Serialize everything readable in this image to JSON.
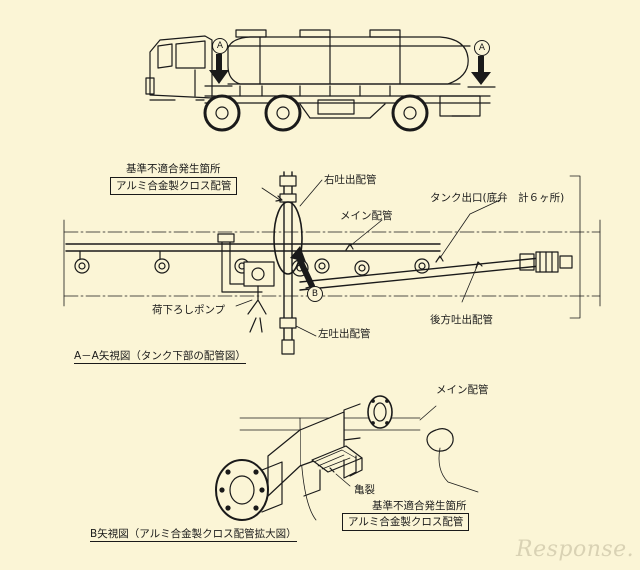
{
  "section_labels": {
    "a_left": "A",
    "a_right": "A",
    "b": "B"
  },
  "labels": {
    "defect_location_1": "基準不適合発生箇所",
    "cross_pipe_box_1": "アルミ合金製クロス配管",
    "right_discharge": "右吐出配管",
    "tank_outlet": "タンク出口(底弁　計６ヶ所)",
    "main_pipe_1": "メイン配管",
    "unload_pump": "荷下ろしポンプ",
    "left_discharge": "左吐出配管",
    "rear_discharge": "後方吐出配管",
    "main_pipe_2": "メイン配管",
    "crack": "亀裂",
    "defect_location_2": "基準不適合発生箇所",
    "cross_pipe_box_2": "アルミ合金製クロス配管"
  },
  "captions": {
    "view_aa": "A－A矢視図（タンク下部の配管図）",
    "view_b": "B矢視図（アルミ合金製クロス配管拡大図）"
  },
  "watermark": "Response."
}
